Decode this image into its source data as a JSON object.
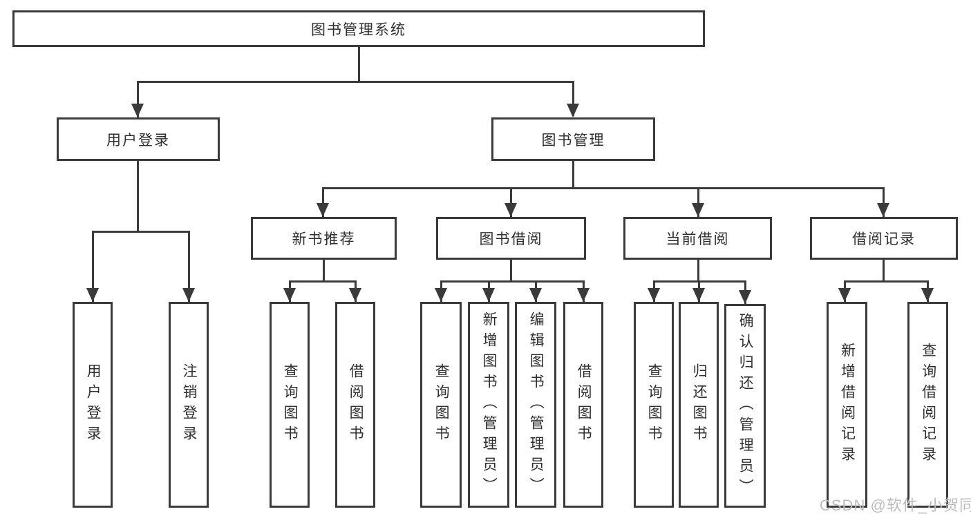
{
  "tree": {
    "label": "图书管理系统",
    "children": [
      {
        "label": "用户登录",
        "children": [
          {
            "label": "用户登录"
          },
          {
            "label": "注销登录"
          }
        ]
      },
      {
        "label": "图书管理",
        "children": [
          {
            "label": "新书推荐",
            "children": [
              {
                "label": "查询图书"
              },
              {
                "label": "借阅图书"
              }
            ]
          },
          {
            "label": "图书借阅",
            "children": [
              {
                "label": "查询图书"
              },
              {
                "label": "新增图书（管理员）"
              },
              {
                "label": "编辑图书（管理员）"
              },
              {
                "label": "借阅图书"
              }
            ]
          },
          {
            "label": "当前借阅",
            "children": [
              {
                "label": "查询图书"
              },
              {
                "label": "归还图书"
              },
              {
                "label": "确认归还（管理员）"
              }
            ]
          },
          {
            "label": "借阅记录",
            "children": [
              {
                "label": "新增借阅记录"
              },
              {
                "label": "查询借阅记录"
              }
            ]
          }
        ]
      }
    ]
  },
  "watermark": {
    "text": "CSDN @软件_小贺同学"
  },
  "colors": {
    "line": "#3a3a3a",
    "text": "#2f2f2f",
    "watermark": "#bdbdbd",
    "background": "#ffffff"
  }
}
